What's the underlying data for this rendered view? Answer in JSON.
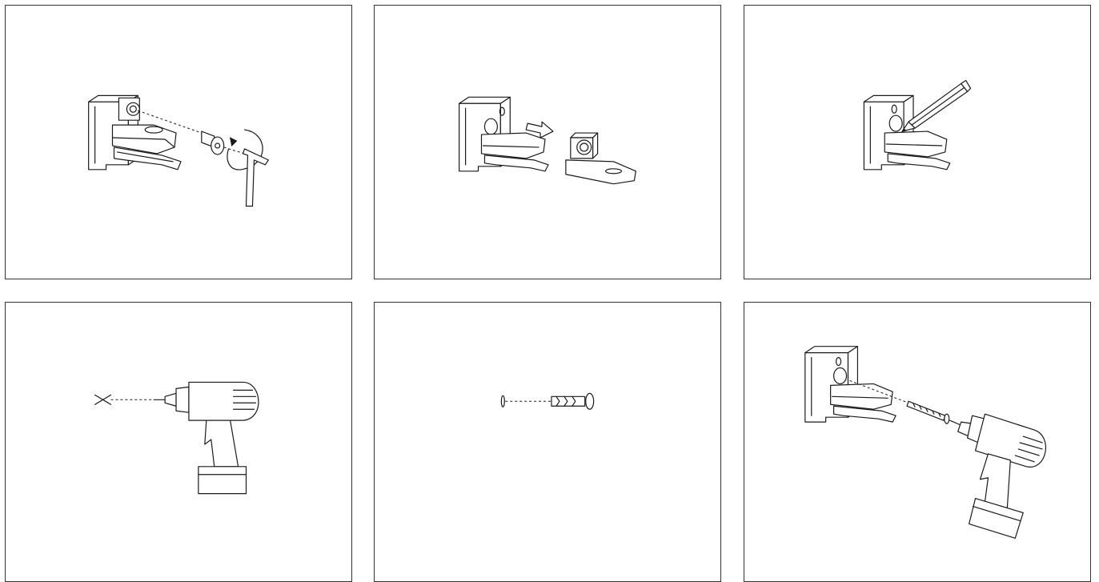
{
  "steps": [
    {
      "id": 1,
      "icons": [
        "bracket-icon",
        "screw-icon",
        "rotate-arrow-icon",
        "hex-key-icon"
      ]
    },
    {
      "id": 2,
      "icons": [
        "bracket-icon",
        "arrow-icon",
        "bracket-clamp-icon"
      ]
    },
    {
      "id": 3,
      "icons": [
        "bracket-icon",
        "pencil-icon"
      ]
    },
    {
      "id": 4,
      "icons": [
        "mark-x-icon",
        "drill-icon"
      ]
    },
    {
      "id": 5,
      "icons": [
        "hole-icon",
        "wall-plug-icon"
      ]
    },
    {
      "id": 6,
      "icons": [
        "bracket-icon",
        "screw-icon",
        "drill-icon"
      ]
    }
  ],
  "colors": {
    "line": "#1a1a1a",
    "border": "#333333",
    "background": "#ffffff"
  }
}
